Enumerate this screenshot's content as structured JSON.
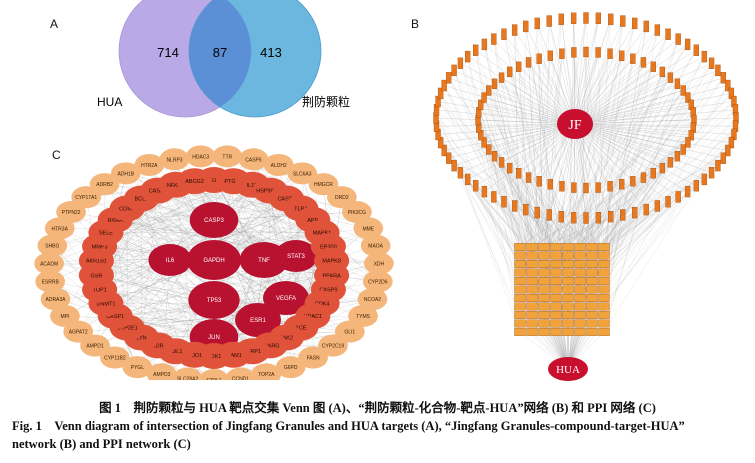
{
  "panels": {
    "a": "A",
    "b": "B",
    "c": "C"
  },
  "venn": {
    "left_only": "714",
    "overlap": "87",
    "right_only": "413",
    "left_set": "HUA",
    "right_set": "荆防颗粒",
    "colors": {
      "left": "#b9a9e6",
      "right": "#5fb1dc",
      "overlap": "#5b8fd6"
    }
  },
  "network_b": {
    "hub_top": "JF",
    "hub_bottom": "HUA",
    "hub_color": "#c8102e",
    "node_color": "#e8781f",
    "target_color": "#f2a23a"
  },
  "ppi": {
    "inner": [
      "GAPDH",
      "IL6",
      "TNF",
      "TP53",
      "CASP3",
      "JUN",
      "ESR1",
      "VEGFA",
      "STAT3"
    ],
    "ring2": [
      "RELA",
      "PTGS2",
      "IL1B",
      "HSP90AA1",
      "CASP8",
      "TLR4",
      "APP",
      "MAPK1",
      "EP300",
      "MAPK8",
      "PPARA",
      "CASP9",
      "CDK4",
      "HDAC1",
      "ACE",
      "JAK2",
      "PPARG",
      "PARP1",
      "ICAM1",
      "CDK1",
      "SOD1",
      "ABL1",
      "KDR",
      "LYN",
      "CYP2E1",
      "CASP1",
      "DNMT1",
      "TOP1",
      "GSR",
      "AKR1B1",
      "MMP3",
      "SELE",
      "RXRA",
      "COMT",
      "BCL2",
      "CASP2",
      "NFKB1",
      "ABCG2"
    ],
    "ring3": [
      "TTR",
      "CASP6",
      "ALDH2",
      "SLC6A3",
      "HMGCR",
      "DRD2",
      "PIK3CG",
      "MME",
      "MAOA",
      "XDH",
      "CYP2D6",
      "NCOA2",
      "TYMS",
      "GLI1",
      "CYP2C19",
      "FASN",
      "G6PD",
      "TOP2A",
      "CCND1",
      "F2RL1",
      "SLC28A2",
      "AMPD3",
      "PYGL",
      "CYP11B2",
      "AMPD1",
      "AGPAT2",
      "MPI",
      "ADRA3A",
      "ESRRB",
      "ACADM",
      "SHBG",
      "HTR3A",
      "PTPN22",
      "CYP17A1",
      "ADRB2",
      "ADH1B",
      "HTR2A",
      "NLRP3",
      "HDAC3"
    ]
  },
  "caption": {
    "cn": "图 1　荆防颗粒与 HUA 靶点交集 Venn 图 (A)、“荆防颗粒-化合物-靶点-HUA”网络 (B) 和 PPI 网络 (C)",
    "en_line1": "Fig. 1　Venn diagram of intersection of Jingfang Granules and HUA targets (A), “Jingfang Granules-compound-target-HUA”",
    "en_line2": "network (B) and PPI network (C)"
  }
}
